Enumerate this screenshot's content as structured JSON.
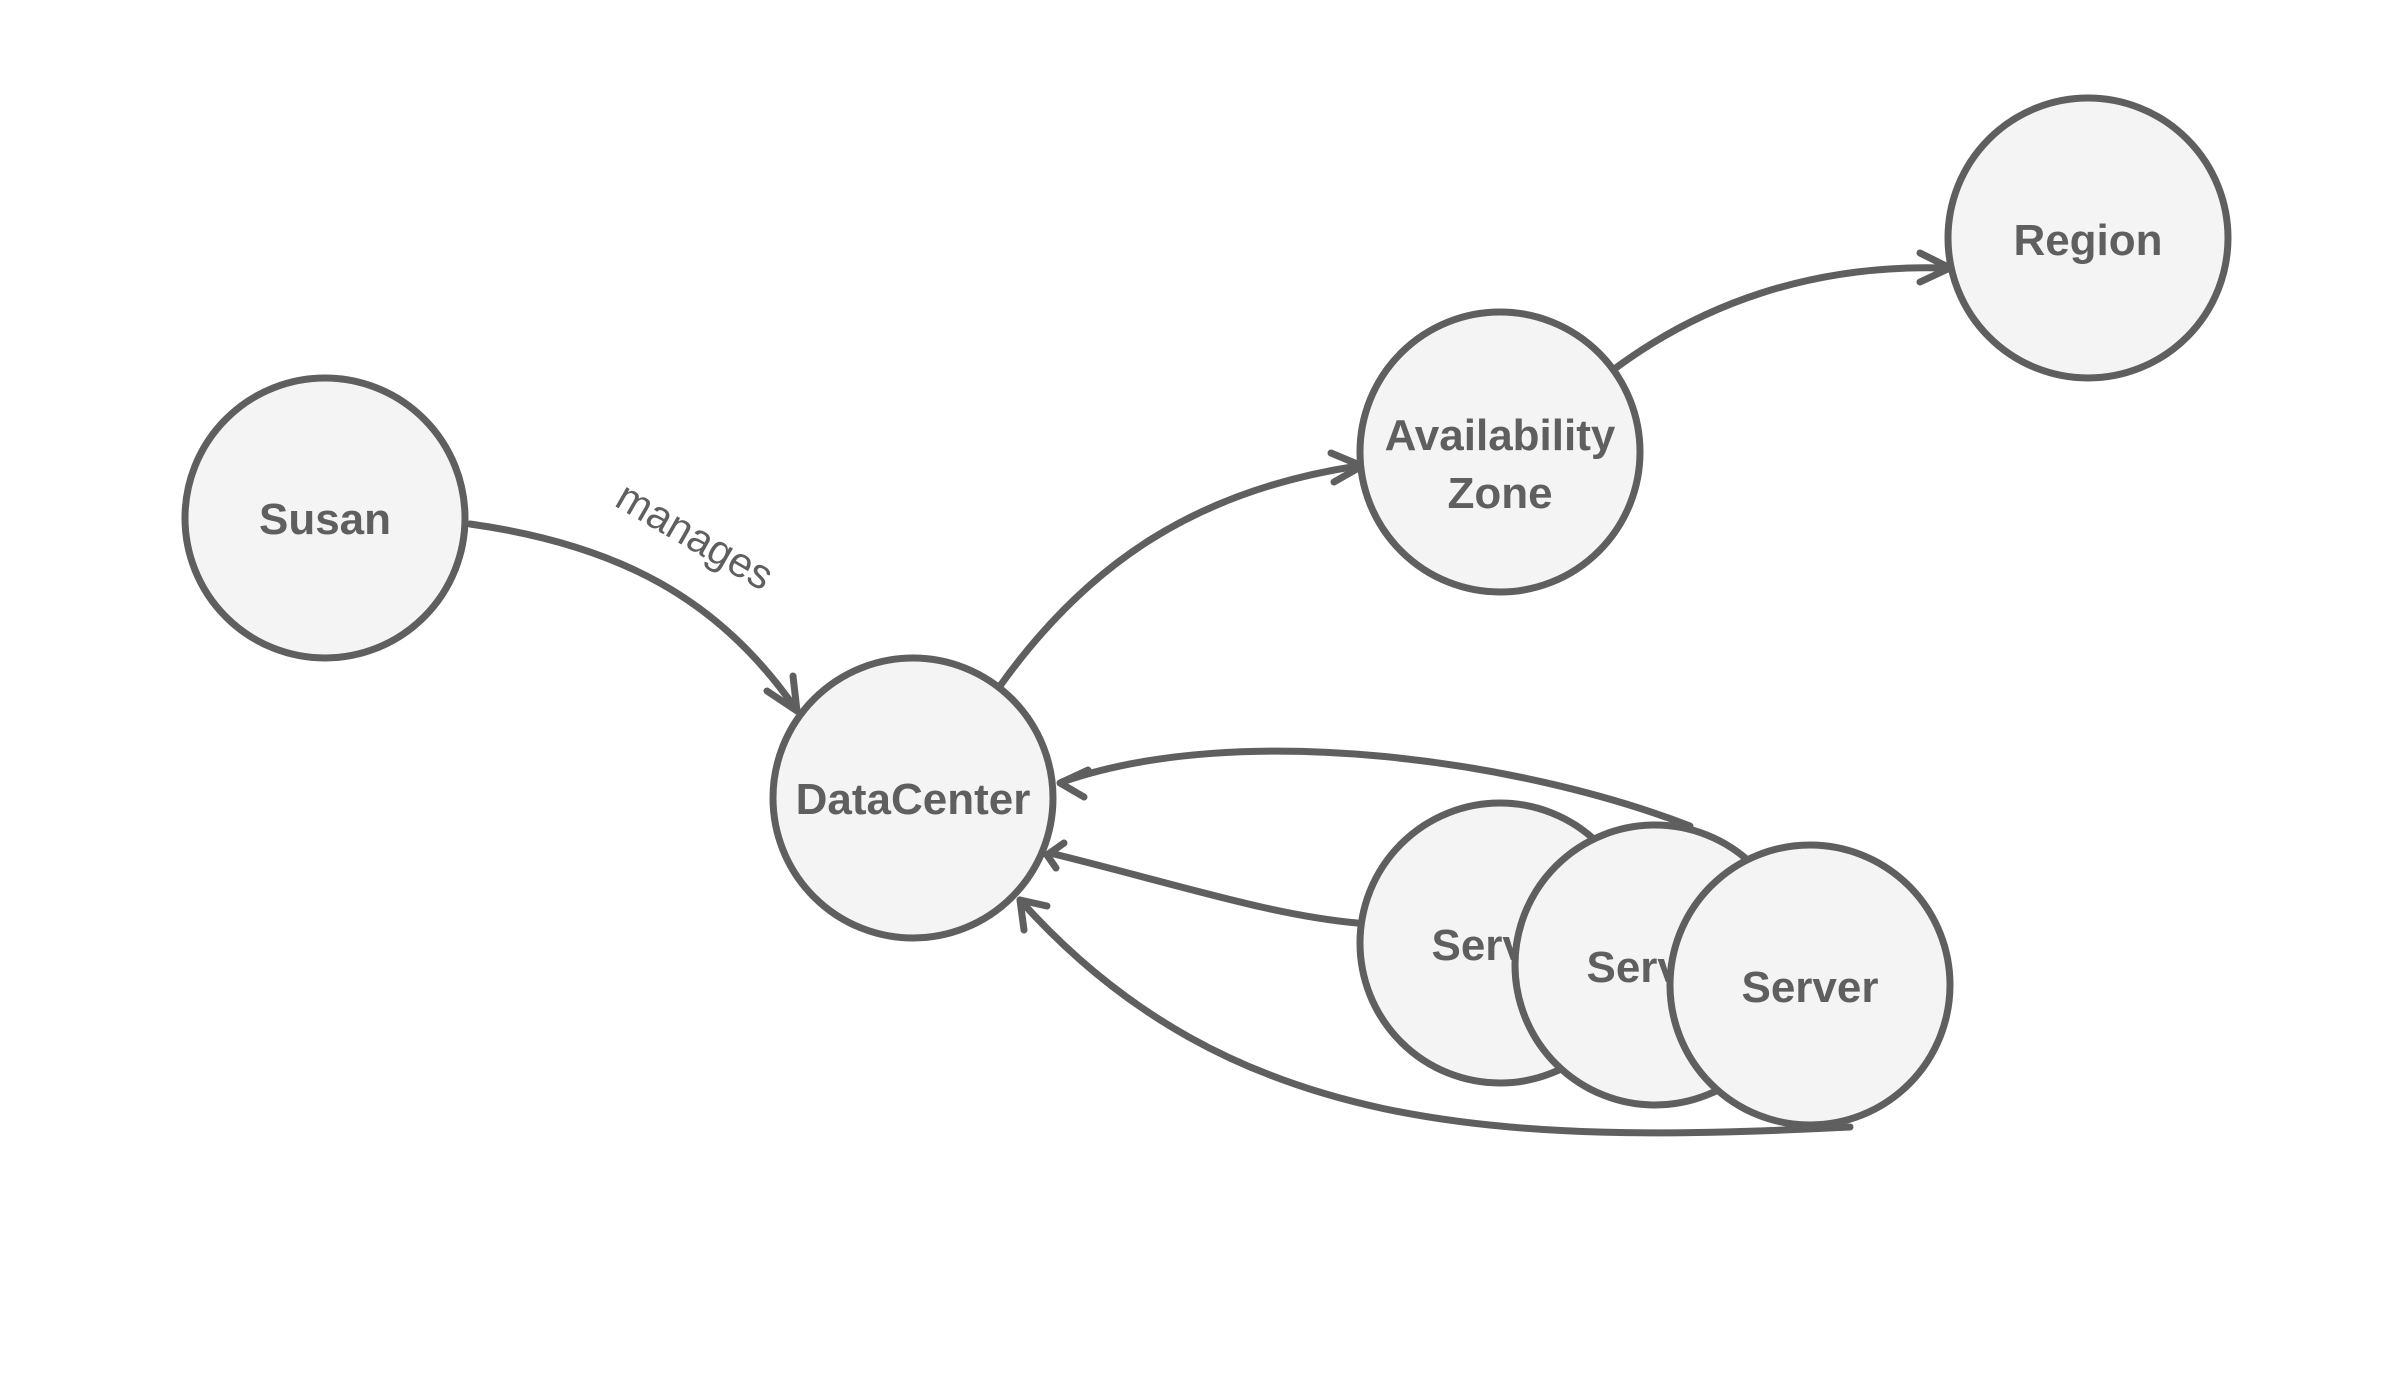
{
  "diagram": {
    "colors": {
      "stroke": "#5f5f5f",
      "node_fill": "#f4f4f4",
      "text": "#5f5f5f",
      "background": "#ffffff"
    },
    "nodes": {
      "susan": "Susan",
      "datacenter": "DataCenter",
      "availability_zone": [
        "Availability",
        "Zone"
      ],
      "region": "Region",
      "server_1": "Server",
      "server_2": "Server",
      "server_3": "Server"
    },
    "edges": {
      "susan_to_datacenter": "manages"
    }
  }
}
